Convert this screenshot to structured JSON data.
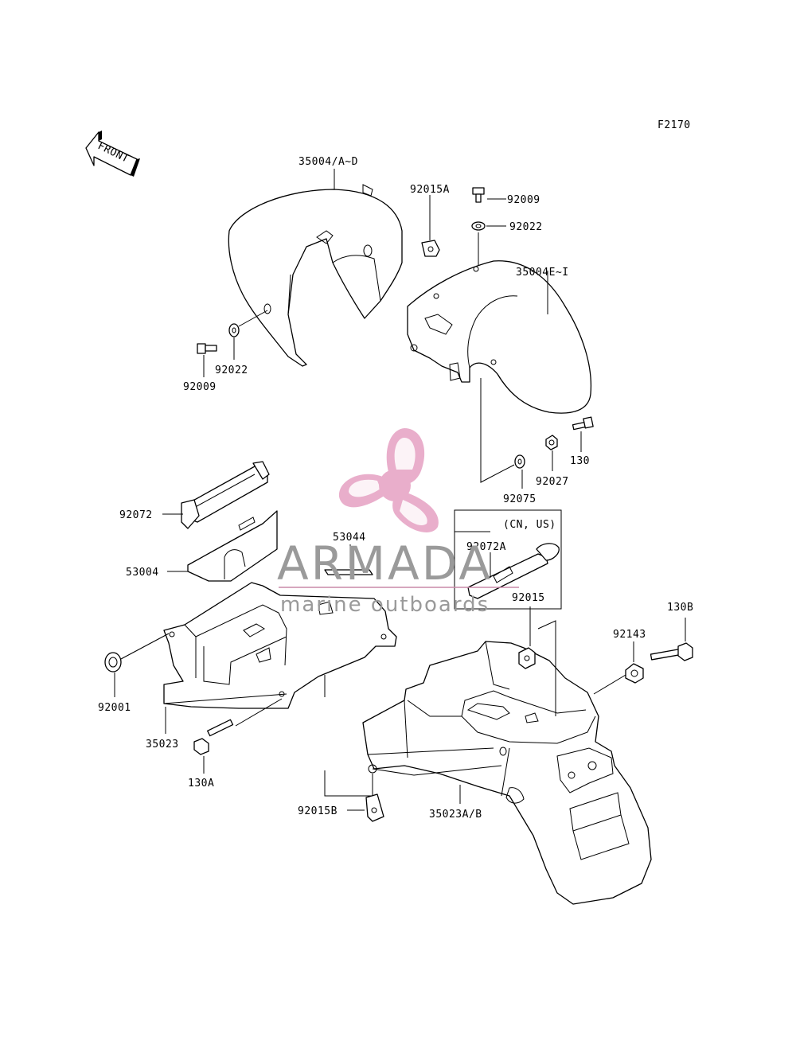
{
  "figure_code": "F2170",
  "front_arrow_label": "FRONT",
  "region_note": "(CN, US)",
  "parts": [
    {
      "id": "p1",
      "number": "35004/A~D"
    },
    {
      "id": "p2",
      "number": "92015A"
    },
    {
      "id": "p3",
      "number": "92009"
    },
    {
      "id": "p4",
      "number": "92022"
    },
    {
      "id": "p5",
      "number": "35004E~I"
    },
    {
      "id": "p6",
      "number": "92022"
    },
    {
      "id": "p7",
      "number": "92009"
    },
    {
      "id": "p8",
      "number": "130"
    },
    {
      "id": "p9",
      "number": "92027"
    },
    {
      "id": "p10",
      "number": "92075"
    },
    {
      "id": "p11",
      "number": "92072"
    },
    {
      "id": "p12",
      "number": "53044"
    },
    {
      "id": "p13",
      "number": "53004"
    },
    {
      "id": "p14",
      "number": "92072A"
    },
    {
      "id": "p15",
      "number": "92015"
    },
    {
      "id": "p16",
      "number": "130B"
    },
    {
      "id": "p17",
      "number": "92143"
    },
    {
      "id": "p18",
      "number": "92001"
    },
    {
      "id": "p19",
      "number": "35023"
    },
    {
      "id": "p20",
      "number": "130A"
    },
    {
      "id": "p21",
      "number": "92015B"
    },
    {
      "id": "p22",
      "number": "35023A/B"
    }
  ],
  "watermark": {
    "brand": "ARMADA",
    "tagline": "marine outboards",
    "logo_color": "#e7a6c6",
    "text_color": "#9a9a9a"
  }
}
